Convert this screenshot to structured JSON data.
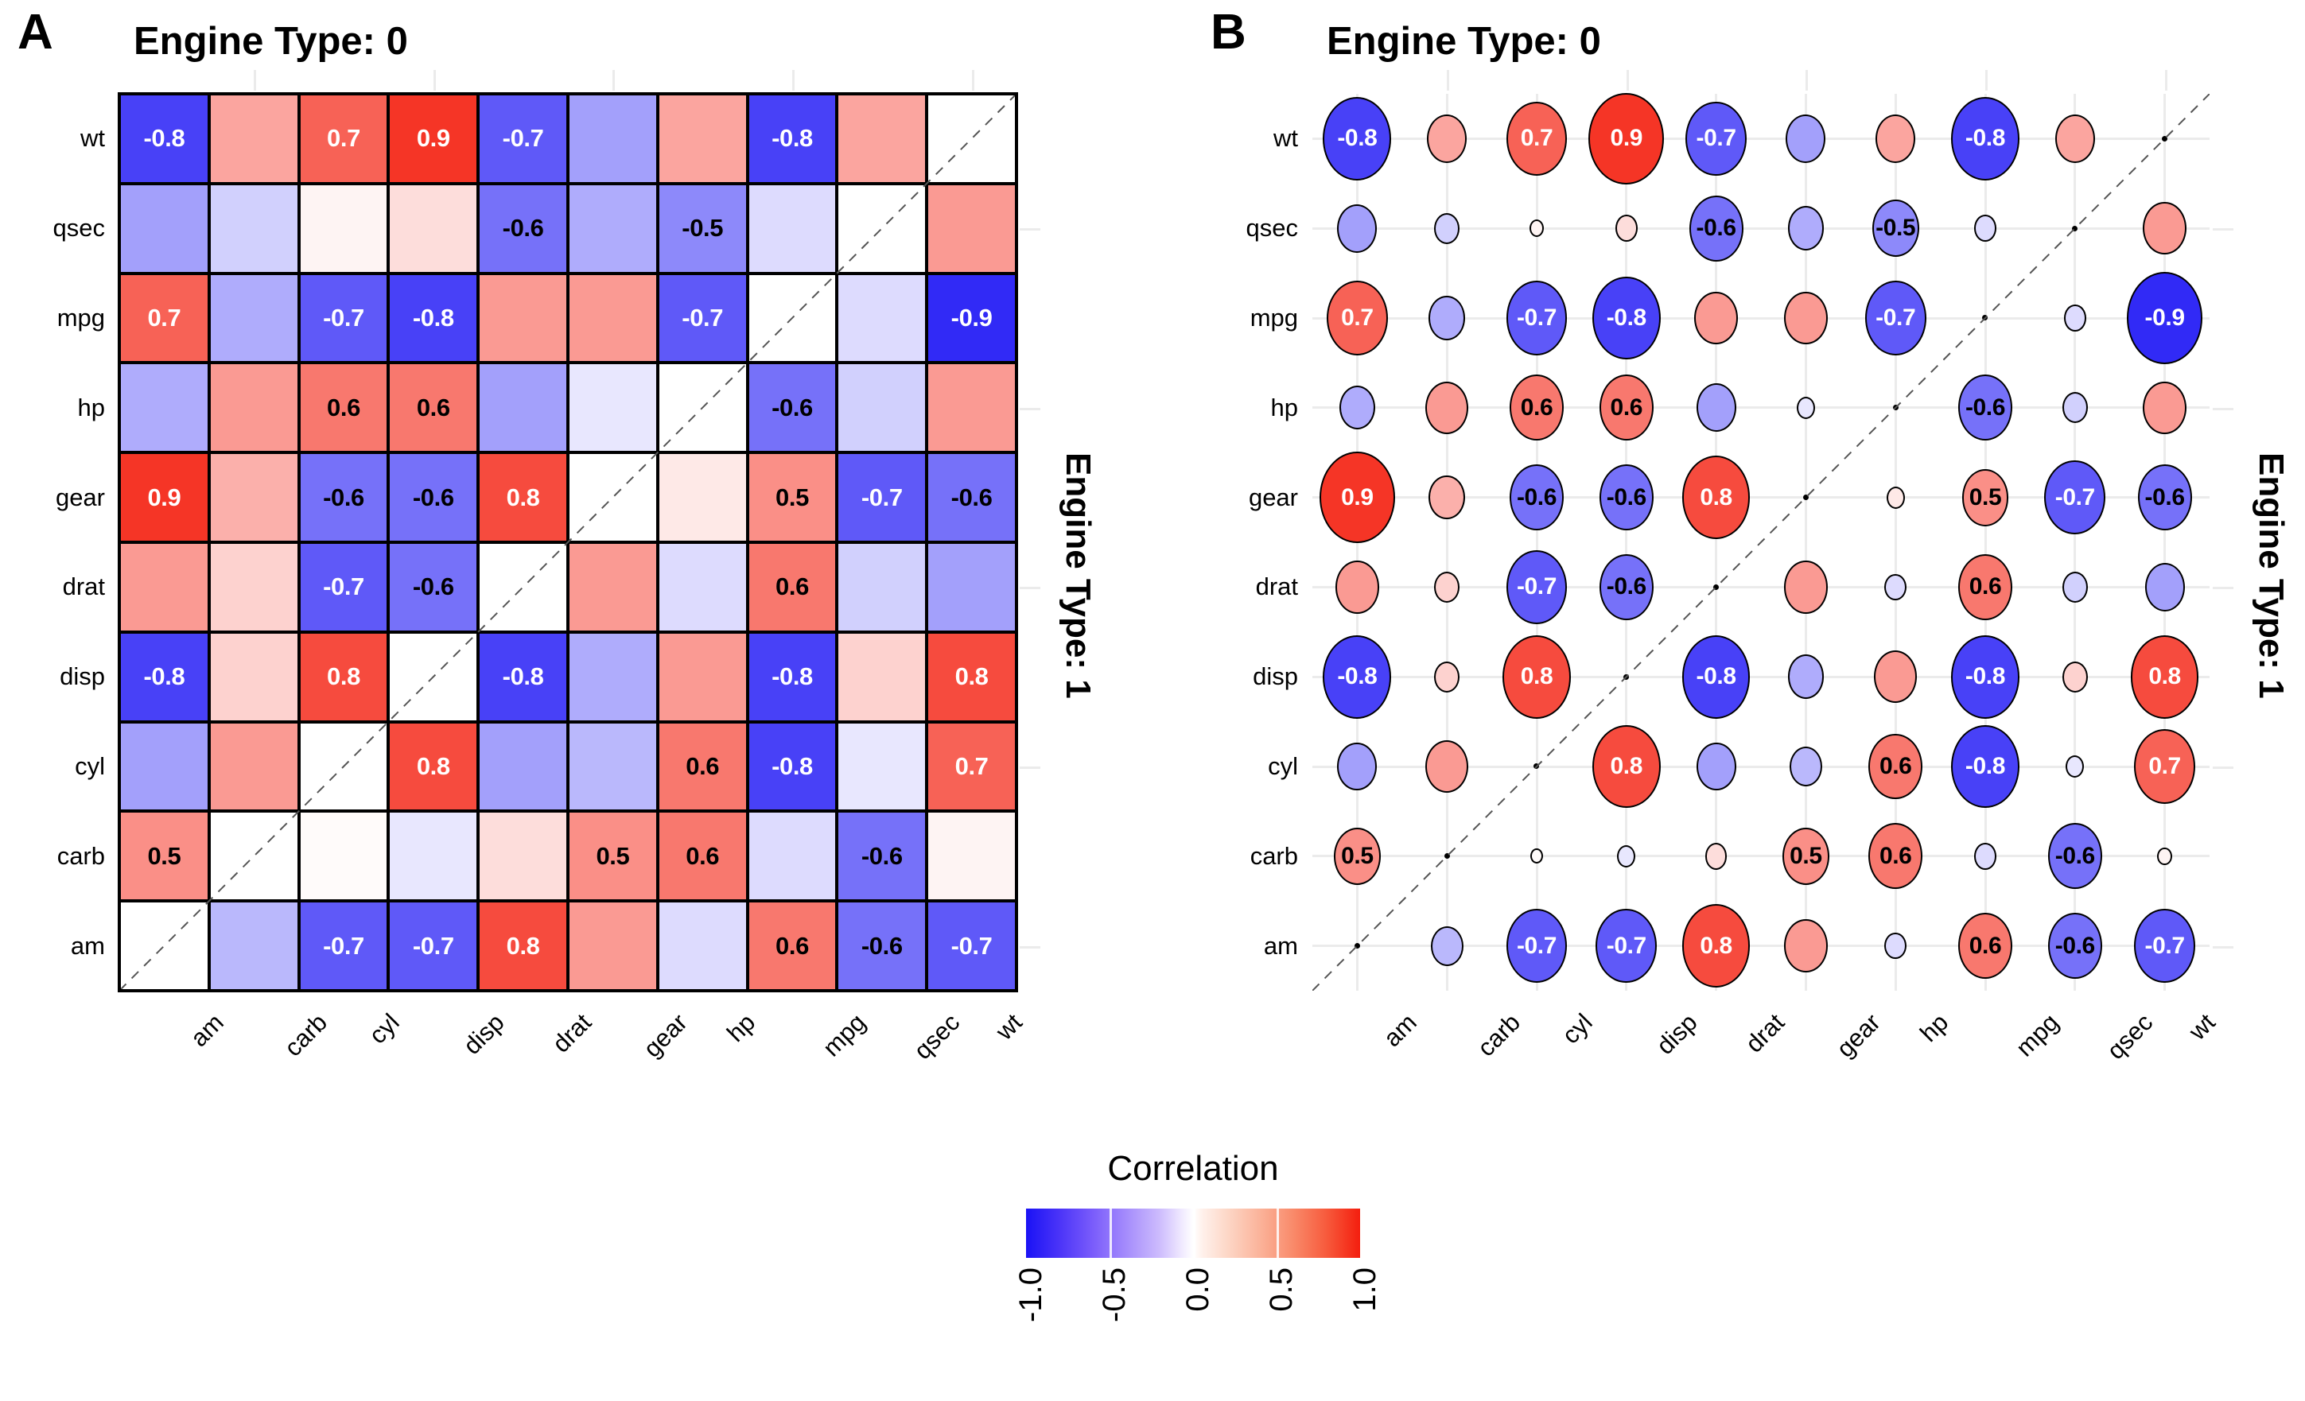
{
  "panels": [
    {
      "letter": "A",
      "title": "Engine Type: 0",
      "strip_right": "Engine Type: 1",
      "type": "heatmap"
    },
    {
      "letter": "B",
      "title": "Engine Type: 0",
      "strip_right": "Engine Type: 1",
      "type": "bubble"
    }
  ],
  "legend": {
    "title": "Correlation",
    "ticks": [
      "-1.0",
      "-0.5",
      "0.0",
      "0.5",
      "1.0"
    ],
    "tick_values": [
      -1.0,
      -0.5,
      0.0,
      0.5,
      1.0
    ],
    "low_color": "#1a12f5",
    "mid_color": "#ffffff",
    "high_color": "#f41e0e"
  },
  "chart_data": {
    "type": "heatmap",
    "title": "Engine Type: 0",
    "subtitle": "Engine Type: 1",
    "xlabel": "",
    "ylabel": "",
    "grid": true,
    "legend_position": "bottom",
    "value_range": [
      -1.0,
      1.0
    ],
    "label_threshold": 0.5,
    "note": "Split correlation matrix: lower-left triangle = Engine Type 0, upper-right triangle = Engine Type 1, separated by a dashed anti-diagonal. Panel A renders tiles, Panel B renders circles sized by |r|.",
    "x_categories": [
      "am",
      "carb",
      "cyl",
      "disp",
      "drat",
      "gear",
      "hp",
      "mpg",
      "qsec",
      "wt"
    ],
    "y_categories": [
      "wt",
      "qsec",
      "mpg",
      "hp",
      "gear",
      "drat",
      "disp",
      "cyl",
      "carb",
      "am"
    ],
    "values": [
      [
        -0.8,
        0.4,
        0.7,
        0.9,
        -0.7,
        -0.4,
        0.4,
        -0.8,
        0.4,
        null
      ],
      [
        -0.4,
        -0.2,
        0.05,
        0.15,
        -0.6,
        -0.35,
        -0.5,
        -0.15,
        null,
        0.45
      ],
      [
        0.7,
        -0.35,
        -0.7,
        -0.8,
        0.45,
        0.45,
        -0.7,
        null,
        -0.15,
        -0.9
      ],
      [
        -0.35,
        0.45,
        0.6,
        0.6,
        -0.4,
        -0.1,
        null,
        -0.6,
        -0.2,
        0.45
      ],
      [
        0.9,
        0.35,
        -0.6,
        -0.6,
        0.8,
        null,
        0.1,
        0.5,
        -0.7,
        -0.6
      ],
      [
        0.45,
        0.2,
        -0.7,
        -0.6,
        null,
        0.45,
        -0.15,
        0.6,
        -0.2,
        -0.4
      ],
      [
        -0.8,
        0.2,
        0.8,
        null,
        -0.8,
        -0.35,
        0.45,
        -0.8,
        0.2,
        0.8
      ],
      [
        -0.4,
        0.45,
        null,
        0.8,
        -0.4,
        -0.3,
        0.6,
        -0.8,
        -0.1,
        0.7
      ],
      [
        0.5,
        null,
        0.02,
        -0.1,
        0.15,
        0.5,
        0.6,
        -0.15,
        -0.6,
        0.05
      ],
      [
        null,
        -0.3,
        -0.7,
        -0.7,
        0.8,
        0.45,
        -0.15,
        0.6,
        -0.6,
        -0.7
      ]
    ],
    "labels": [
      [
        "-0.8",
        "",
        "0.7",
        "0.9",
        "-0.7",
        "",
        "",
        "-0.8",
        "",
        ""
      ],
      [
        "",
        "",
        "",
        "",
        "-0.6",
        "",
        "-0.5",
        "",
        "",
        ""
      ],
      [
        "0.7",
        "",
        "-0.7",
        "-0.8",
        "",
        "",
        "-0.7",
        "",
        "",
        "-0.9"
      ],
      [
        "",
        "",
        "0.6",
        "0.6",
        "",
        "",
        "",
        "-0.6",
        "",
        ""
      ],
      [
        "0.9",
        "",
        "-0.6",
        "-0.6",
        "0.8",
        "",
        "",
        "0.5",
        "-0.7",
        "-0.6"
      ],
      [
        "",
        "",
        "-0.7",
        "-0.6",
        "",
        "",
        "",
        "0.6",
        "",
        ""
      ],
      [
        "-0.8",
        "",
        "0.8",
        "",
        "-0.8",
        "",
        "",
        "-0.8",
        "",
        "0.8"
      ],
      [
        "",
        "",
        "",
        "0.8",
        "",
        "",
        "0.6",
        "-0.8",
        "",
        "0.7"
      ],
      [
        "0.5",
        "",
        "",
        "",
        "",
        "0.5",
        "0.6",
        "",
        "-0.6",
        ""
      ],
      [
        "",
        "",
        "-0.7",
        "-0.7",
        "0.8",
        "",
        "",
        "0.6",
        "-0.6",
        "-0.7"
      ]
    ]
  }
}
